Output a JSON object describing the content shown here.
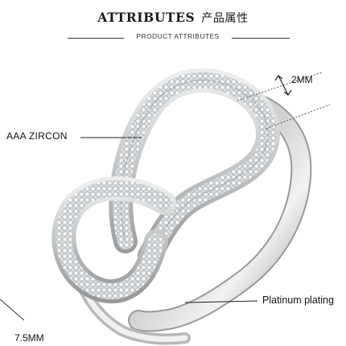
{
  "header": {
    "title_en": "ATTRIBUTES",
    "title_cn": "产品属性",
    "subtitle": "PRODUCT ATTRIBUTES"
  },
  "annotations": {
    "zircon": "AAA ZIRCON",
    "width": "2MM",
    "plating": "Platinum plating",
    "size": "7.5MM"
  },
  "colors": {
    "metal_light": "#f4f4f4",
    "metal_dark": "#8d8d8d",
    "stone": "#e9edf0"
  }
}
